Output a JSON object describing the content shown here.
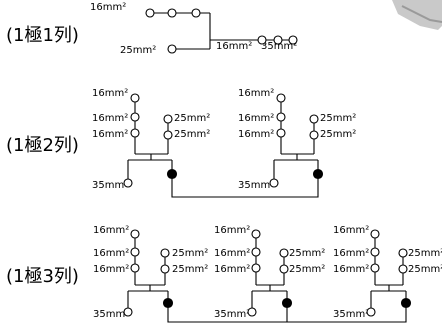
{
  "rows": [
    {
      "label": "(1極1列)",
      "top_wire": "16mm²",
      "bottom_wire": "25mm²",
      "right_wire_1": "16mm²",
      "right_wire_2": "35mm²"
    },
    {
      "label": "(1極2列)",
      "unit_labels": {
        "left_top": "16mm²",
        "left_mid": "16mm²",
        "left_low": "16mm²",
        "right_mid": "25mm²",
        "right_low": "25mm²",
        "bottom": "35mm²"
      }
    },
    {
      "label": "(1極3列)",
      "unit_labels": {
        "left_top": "16mm²",
        "left_mid": "16mm²",
        "left_low": "16mm²",
        "right_mid": "25mm²",
        "right_low": "25mm²",
        "bottom": "35mm²"
      }
    }
  ],
  "legend": {
    "open_terminal": "open-circle-terminal",
    "closed_terminal": "filled-circle-terminal"
  }
}
